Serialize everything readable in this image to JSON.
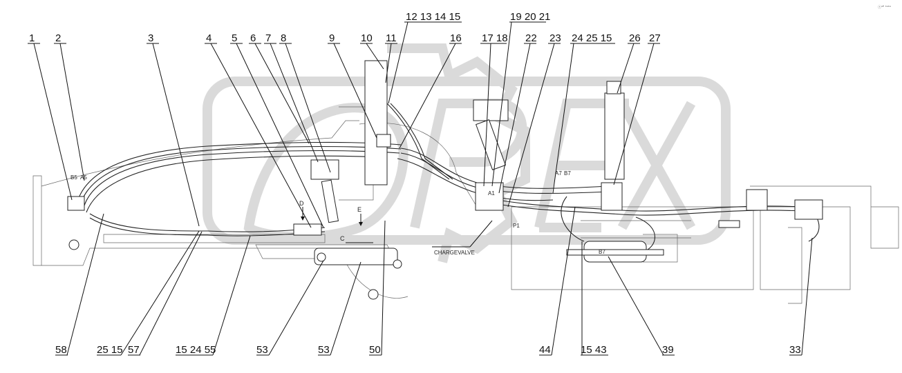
{
  "corner_mark": "ⓡᵃᴿ ᵇᵃᵇᵃ",
  "callouts": {
    "top": [
      "1",
      "2",
      "3",
      "4",
      "5",
      "6",
      "7",
      "8",
      "9",
      "10",
      "11",
      "12 13 14 15",
      "16",
      "17 18",
      "19 20 21",
      "22",
      "23",
      "24 25 15",
      "26",
      "27"
    ],
    "bottom": [
      "58",
      "25 15",
      "57",
      "15 24 55",
      "53",
      "53",
      "50",
      "44",
      "15 43",
      "39",
      "33"
    ]
  },
  "view_labels": [
    "D",
    "E",
    "C"
  ],
  "port_labels": [
    "B5",
    "A5",
    "A7",
    "B7",
    "A1",
    "P1",
    "B7"
  ],
  "charge_valve_label": "CHARGEVALVE",
  "watermark": "OPEX"
}
